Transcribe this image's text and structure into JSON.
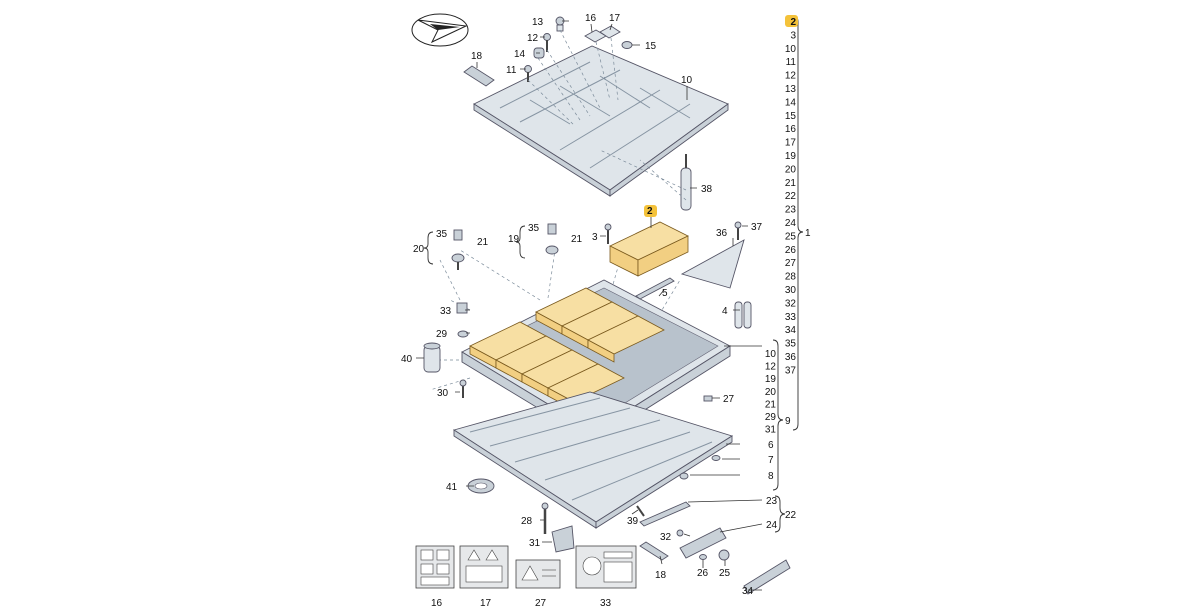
{
  "callouts": {
    "c1": "1",
    "c2": "2",
    "c3": "3",
    "c4": "4",
    "c5": "5",
    "c6": "6",
    "c7": "7",
    "c8": "8",
    "c9": "9",
    "c10": "10",
    "c11": "11",
    "c12": "12",
    "c13": "13",
    "c14": "14",
    "c15": "15",
    "c16": "16",
    "c17": "17",
    "c18": "18",
    "c19": "19",
    "c20": "20",
    "c21": "21",
    "c22": "22",
    "c23": "23",
    "c24": "24",
    "c25": "25",
    "c26": "26",
    "c27": "27",
    "c28": "28",
    "c29": "29",
    "c30": "30",
    "c31": "31",
    "c32": "32",
    "c33": "33",
    "c34": "34",
    "c35": "35",
    "c36": "36",
    "c37": "37",
    "c38": "38",
    "c39": "39",
    "c40": "40",
    "c41": "41"
  },
  "legend_list_main": [
    "2",
    "3",
    "10",
    "11",
    "12",
    "13",
    "14",
    "15",
    "16",
    "17",
    "19",
    "20",
    "21",
    "22",
    "23",
    "24",
    "25",
    "26",
    "27",
    "28",
    "30",
    "32",
    "33",
    "34",
    "35",
    "36",
    "37"
  ],
  "legend_list_sub": [
    "10",
    "12",
    "19",
    "20",
    "21",
    "29",
    "31"
  ],
  "legend_group_main": "1",
  "legend_group_sub": "9",
  "legend_group_22": "22",
  "legend_group_sub_items": [
    "23",
    "24"
  ],
  "highlight_color": "#f4c23a",
  "icons": [
    "compass-arrow-icon"
  ]
}
